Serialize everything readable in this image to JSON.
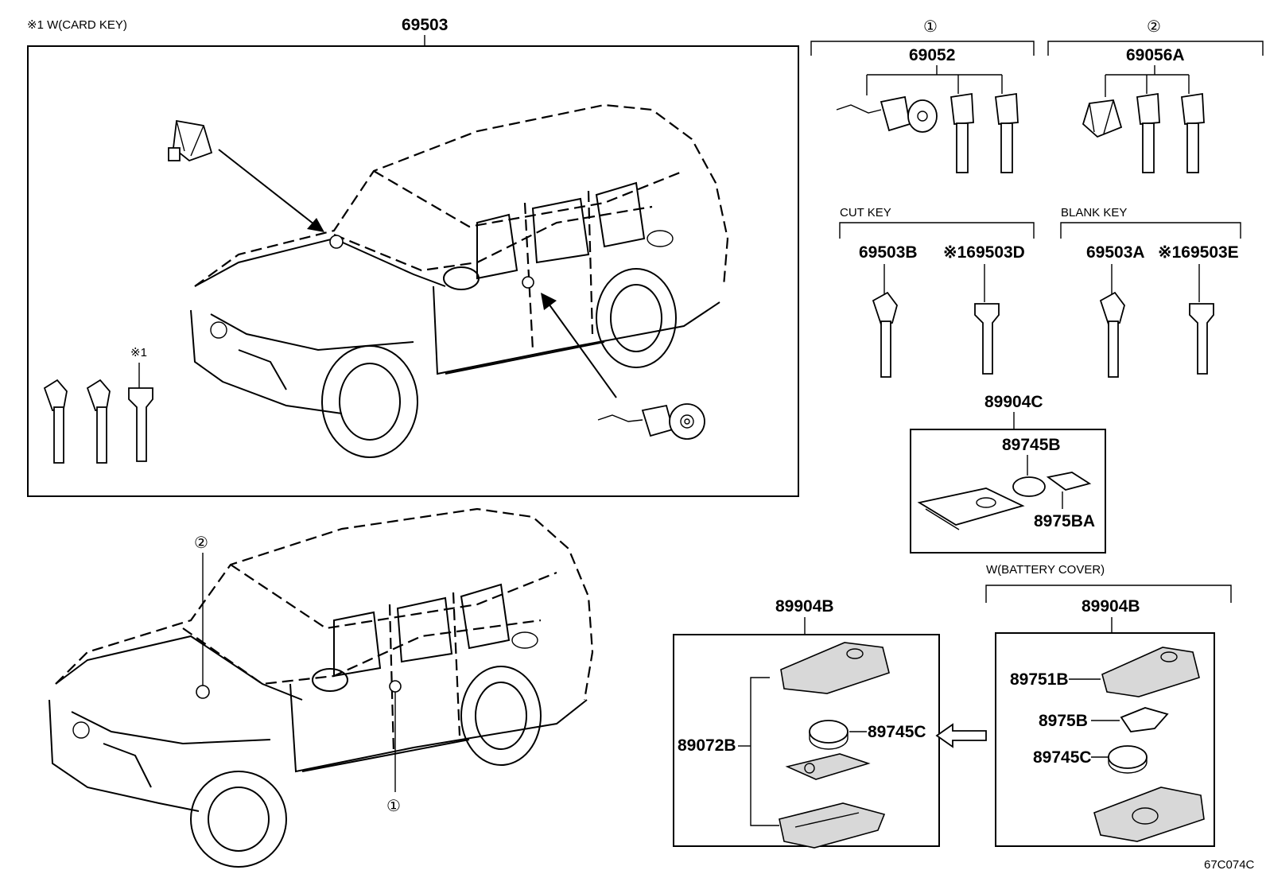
{
  "diagram_code": "67C074C",
  "note_card_key": "※1 W(CARD KEY)",
  "assembly_main": "69503",
  "markers": {
    "one": "①",
    "two": "②"
  },
  "star1_marker": "※1",
  "group1_part": "69052",
  "group2_part": "69056A",
  "cut_key": {
    "title": "CUT KEY",
    "part_a": "69503B",
    "part_b": "※169503D"
  },
  "blank_key": {
    "title": "BLANK KEY",
    "part_a": "69503A",
    "part_b": "※169503E"
  },
  "card_assembly": {
    "part": "89904C",
    "battery": "89745B",
    "plate": "8975BA"
  },
  "transmitter_left": {
    "part": "89904B",
    "case": "89072B",
    "battery": "89745C"
  },
  "transmitter_right": {
    "note": "W(BATTERY COVER)",
    "part": "89904B",
    "cover": "89751B",
    "holder": "8975B",
    "battery": "89745C"
  }
}
